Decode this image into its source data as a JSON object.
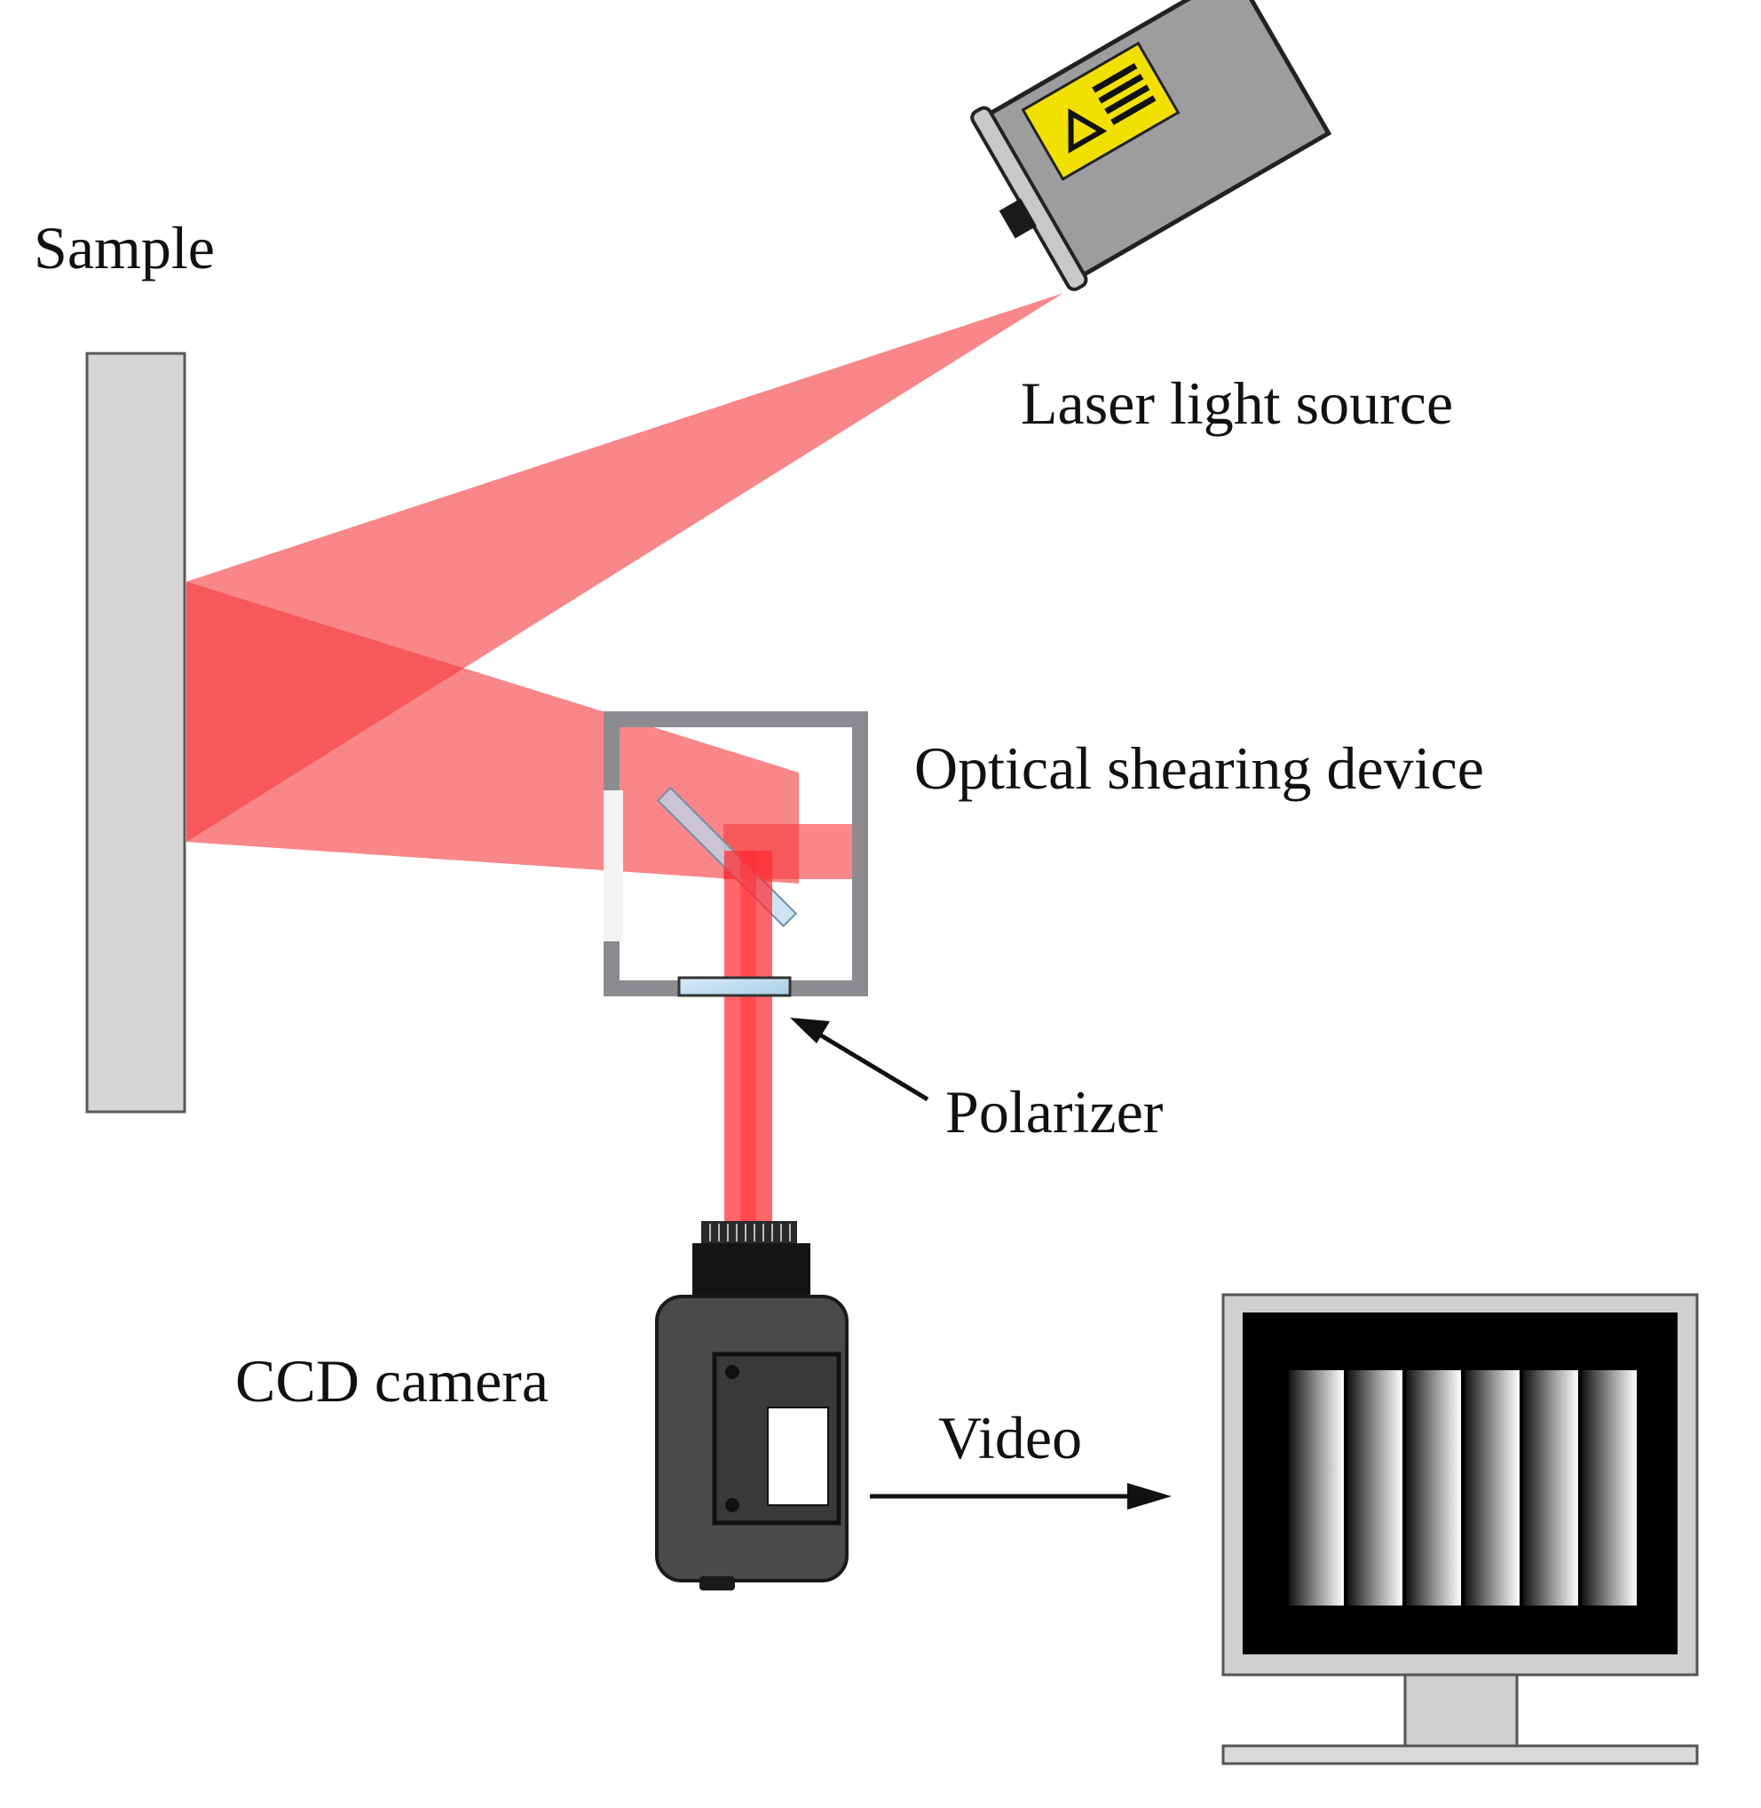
{
  "labels": {
    "sample": "Sample",
    "laser": "Laser light source",
    "shearing": "Optical shearing device",
    "polarizer": "Polarizer",
    "camera": "CCD camera",
    "video": "Video"
  },
  "colors": {
    "beam": "#f53b3f",
    "beam_core": "#ff2d33",
    "sample_fill": "#d6d6d6",
    "frame_gray": "#8c8c90",
    "laser_body": "#9d9da0",
    "warning_yellow": "#f2e000",
    "camera_body": "#4a4a4c",
    "monitor_frame": "#d0d0d0"
  },
  "icons": {
    "laser_warning": "laser-warning-icon",
    "arrow": "arrow-icon"
  },
  "monitor": {
    "fringe_count": 6
  }
}
